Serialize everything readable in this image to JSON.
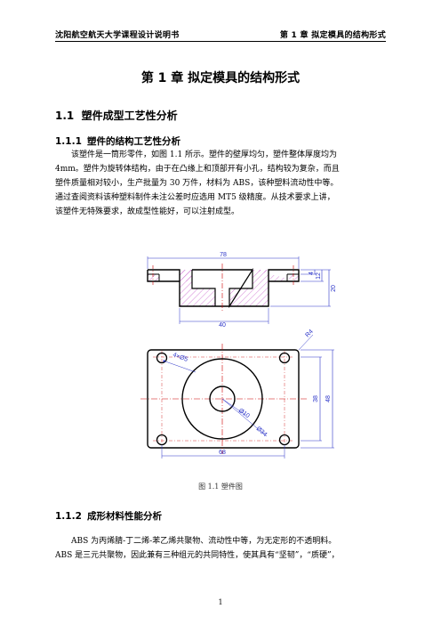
{
  "header": {
    "left": "沈阳航空航天大学课程设计说明书",
    "right": "第 1 章  拟定模具的结构形式"
  },
  "chapter_title": "第 1 章   拟定模具的结构形式",
  "section": {
    "number": "1.1",
    "title": "塑件成型工艺性分析"
  },
  "subsection1": {
    "number": "1.1.1",
    "title": "塑件的结构工艺性分析"
  },
  "para1": {
    "lines": [
      "该塑件是一筒形零件，如图 1.1 所示。塑件的壁厚均匀，塑件整体厚度均为",
      "4mm。塑件为旋转体结构，由于在凸缘上和顶部开有小孔，结构较为复杂，而且",
      "塑件质量相对较小，生产批量为 30 万件，材料为 ABS，该种塑料流动性中等。",
      "通过查阅资料该种塑料制件未注公差时应选用 MT5 级精度。从技术要求上讲，",
      "该塑件无特殊要求，故成型性能好，可以注射成型。"
    ]
  },
  "drawing": {
    "dim_78": "78",
    "dim_4": "4",
    "dim_12": "12",
    "dim_20": "20",
    "dim_40": "40",
    "dim_r4": "R4",
    "dim_4x5": "4×Ø5",
    "dim_38": "38",
    "dim_48": "48",
    "dim_phi10": "Ø10",
    "dim_phi34": "Ø34",
    "dim_68": "68"
  },
  "figure_caption": "图 1.1  塑件图",
  "subsection2": {
    "number": "1.1.2",
    "title": "成形材料性能分析"
  },
  "para2": {
    "lines": [
      "ABS 为丙烯腈-丁二烯-苯乙烯共聚物、流动性中等，为无定形的不透明料。",
      "ABS 是三元共聚物，因此兼有三种组元的共同特性，使其具有“坚韧”，“质硬”，"
    ]
  },
  "page_number": "1"
}
